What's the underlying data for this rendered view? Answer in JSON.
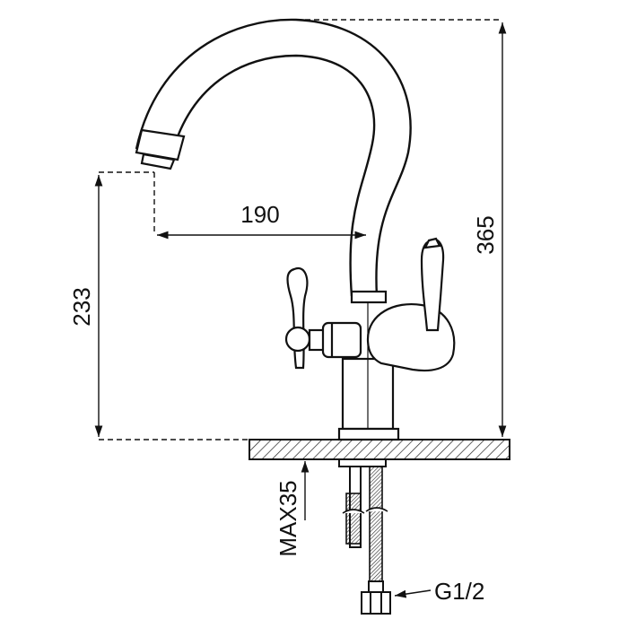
{
  "drawing": {
    "dimensions": {
      "spout_reach": "190",
      "total_height": "365",
      "spout_height": "233",
      "max_countertop": "MAX35",
      "connection_thread": "G1/2"
    }
  }
}
